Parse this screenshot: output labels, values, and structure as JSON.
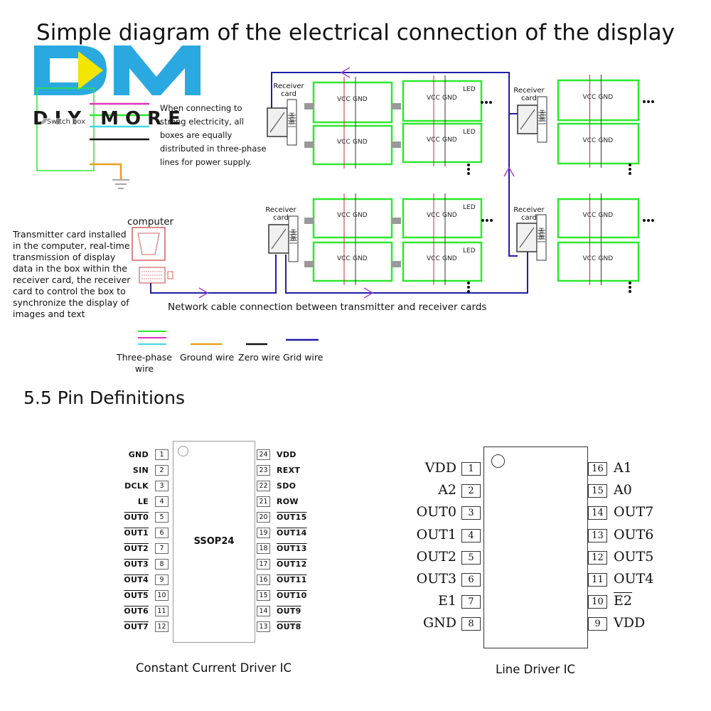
{
  "title": "Simple diagram of the electrical connection of the display",
  "logo": {
    "text": "DIY MORE",
    "colors": {
      "cyan": "#2aa9e0",
      "yellow": "#f2e600",
      "dark": "#1a1a1a"
    }
  },
  "diagram": {
    "switch_box_label": "Switch box",
    "strong_electricity_note": "When connecting to strong electricity, all boxes are equally distributed in three-phase lines for power supply.",
    "computer_label": "computer",
    "transmitter_note": "Transmitter card installed in the computer, real-time transmission of display data in the box within the receiver card, the receiver card to control the box to synchronize the display of images and text",
    "network_caption": "Network cable connection between transmitter and receiver cards",
    "receiver_label": "Receiver card",
    "hub_label": "HUB",
    "vcc_label": "VCC",
    "gnd_label": "GND",
    "led_label": "LED",
    "legend": [
      {
        "label": "Three-phase wire",
        "icon": "three-phase-wire"
      },
      {
        "label": "Ground wire",
        "icon": "ground-wire"
      },
      {
        "label": "Zero wire",
        "icon": "zero-wire"
      },
      {
        "label": "Grid wire",
        "icon": "grid-wire"
      }
    ],
    "colors": {
      "panel_green": "#2ee82e",
      "network_blue": "#1e1ea8",
      "magenta": "#e030c0",
      "ground_orange": "#e8a020",
      "cyan_line": "#40d8e0",
      "arrow_purple": "#a040d0"
    }
  },
  "pins_section": {
    "heading": "5.5 Pin Definitions",
    "ssop": {
      "package": "SSOP24",
      "caption": "Constant Current Driver IC",
      "left_pins": [
        {
          "num": "1",
          "name": "GND",
          "bar": false
        },
        {
          "num": "2",
          "name": "SIN",
          "bar": false
        },
        {
          "num": "3",
          "name": "DCLK",
          "bar": false
        },
        {
          "num": "4",
          "name": "LE",
          "bar": false
        },
        {
          "num": "5",
          "name": "OUT0",
          "bar": true
        },
        {
          "num": "6",
          "name": "OUT1",
          "bar": true
        },
        {
          "num": "7",
          "name": "OUT2",
          "bar": true
        },
        {
          "num": "8",
          "name": "OUT3",
          "bar": true
        },
        {
          "num": "9",
          "name": "OUT4",
          "bar": true
        },
        {
          "num": "10",
          "name": "OUT5",
          "bar": true
        },
        {
          "num": "11",
          "name": "OUT6",
          "bar": true
        },
        {
          "num": "12",
          "name": "OUT7",
          "bar": true
        }
      ],
      "right_pins": [
        {
          "num": "24",
          "name": "VDD",
          "bar": false
        },
        {
          "num": "23",
          "name": "REXT",
          "bar": false
        },
        {
          "num": "22",
          "name": "SDO",
          "bar": false
        },
        {
          "num": "21",
          "name": "ROW",
          "bar": false
        },
        {
          "num": "20",
          "name": "OUT15",
          "bar": true
        },
        {
          "num": "19",
          "name": "OUT14",
          "bar": true
        },
        {
          "num": "18",
          "name": "OUT13",
          "bar": true
        },
        {
          "num": "17",
          "name": "OUT12",
          "bar": true
        },
        {
          "num": "16",
          "name": "OUT11",
          "bar": true
        },
        {
          "num": "15",
          "name": "OUT10",
          "bar": true
        },
        {
          "num": "14",
          "name": "OUT9",
          "bar": true
        },
        {
          "num": "13",
          "name": "OUT8",
          "bar": true
        }
      ]
    },
    "line_driver": {
      "caption": "Line Driver IC",
      "left_pins": [
        {
          "num": "1",
          "name": "VDD",
          "bar": false
        },
        {
          "num": "2",
          "name": "A2",
          "bar": false
        },
        {
          "num": "3",
          "name": "OUT0",
          "bar": false
        },
        {
          "num": "4",
          "name": "OUT1",
          "bar": false
        },
        {
          "num": "5",
          "name": "OUT2",
          "bar": false
        },
        {
          "num": "6",
          "name": "OUT3",
          "bar": false
        },
        {
          "num": "7",
          "name": "E1",
          "bar": false
        },
        {
          "num": "8",
          "name": "GND",
          "bar": false
        }
      ],
      "right_pins": [
        {
          "num": "16",
          "name": "A1",
          "bar": false
        },
        {
          "num": "15",
          "name": "A0",
          "bar": false
        },
        {
          "num": "14",
          "name": "OUT7",
          "bar": false
        },
        {
          "num": "13",
          "name": "OUT6",
          "bar": false
        },
        {
          "num": "12",
          "name": "OUT5",
          "bar": false
        },
        {
          "num": "11",
          "name": "OUT4",
          "bar": false
        },
        {
          "num": "10",
          "name": "E2",
          "bar": true
        },
        {
          "num": "9",
          "name": "VDD",
          "bar": false
        }
      ]
    }
  }
}
